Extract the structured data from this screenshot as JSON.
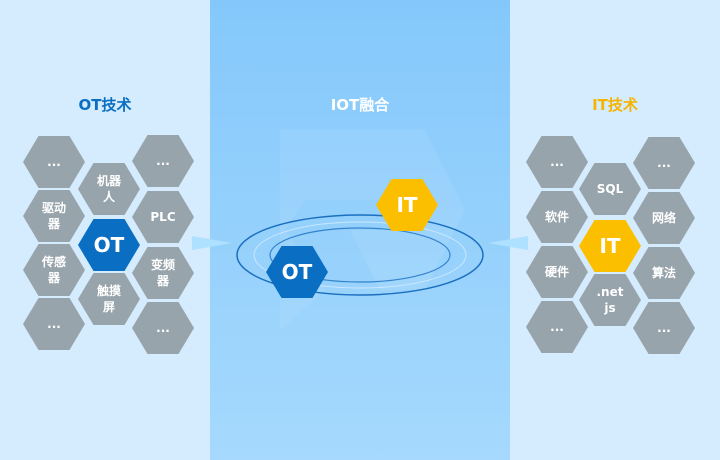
{
  "left": {
    "title": "OT技术",
    "center": "OT",
    "items": [
      "...",
      "驱动器",
      "传感器",
      "...",
      "机器人",
      "触摸屏",
      "...",
      "PLC",
      "变频器",
      "..."
    ]
  },
  "middle": {
    "title": "IOT融合",
    "ot": "OT",
    "it": "IT"
  },
  "right": {
    "title": "IT技术",
    "center": "IT",
    "items": [
      "...",
      "软件",
      "硬件",
      "...",
      "SQL",
      ".net js",
      "...",
      "网络",
      "算法",
      "..."
    ]
  },
  "colors": {
    "ot": "#0a6fc2",
    "it": "#fbbf00",
    "hex": "#98a4ab"
  }
}
